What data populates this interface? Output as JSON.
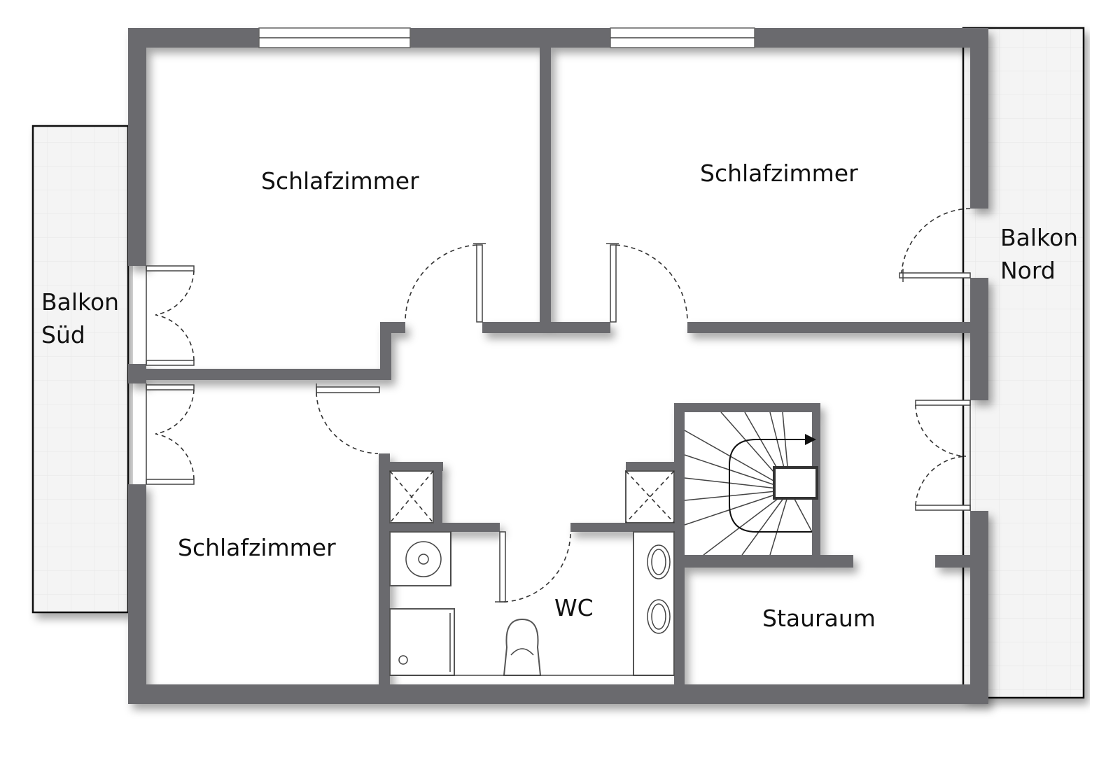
{
  "rooms": {
    "bedroom_top_left": "Schlafzimmer",
    "bedroom_top_right": "Schlafzimmer",
    "bedroom_bottom_left": "Schlafzimmer",
    "wc": "WC",
    "storage": "Stauraum",
    "balcony_south_line1": "Balkon",
    "balcony_south_line2": "Süd",
    "balcony_north_line1": "Balkon",
    "balcony_north_line2": "Nord"
  },
  "colors": {
    "wall": "#6b6b6e",
    "balcony_fill": "#f2f2f2",
    "background": "#ffffff"
  }
}
